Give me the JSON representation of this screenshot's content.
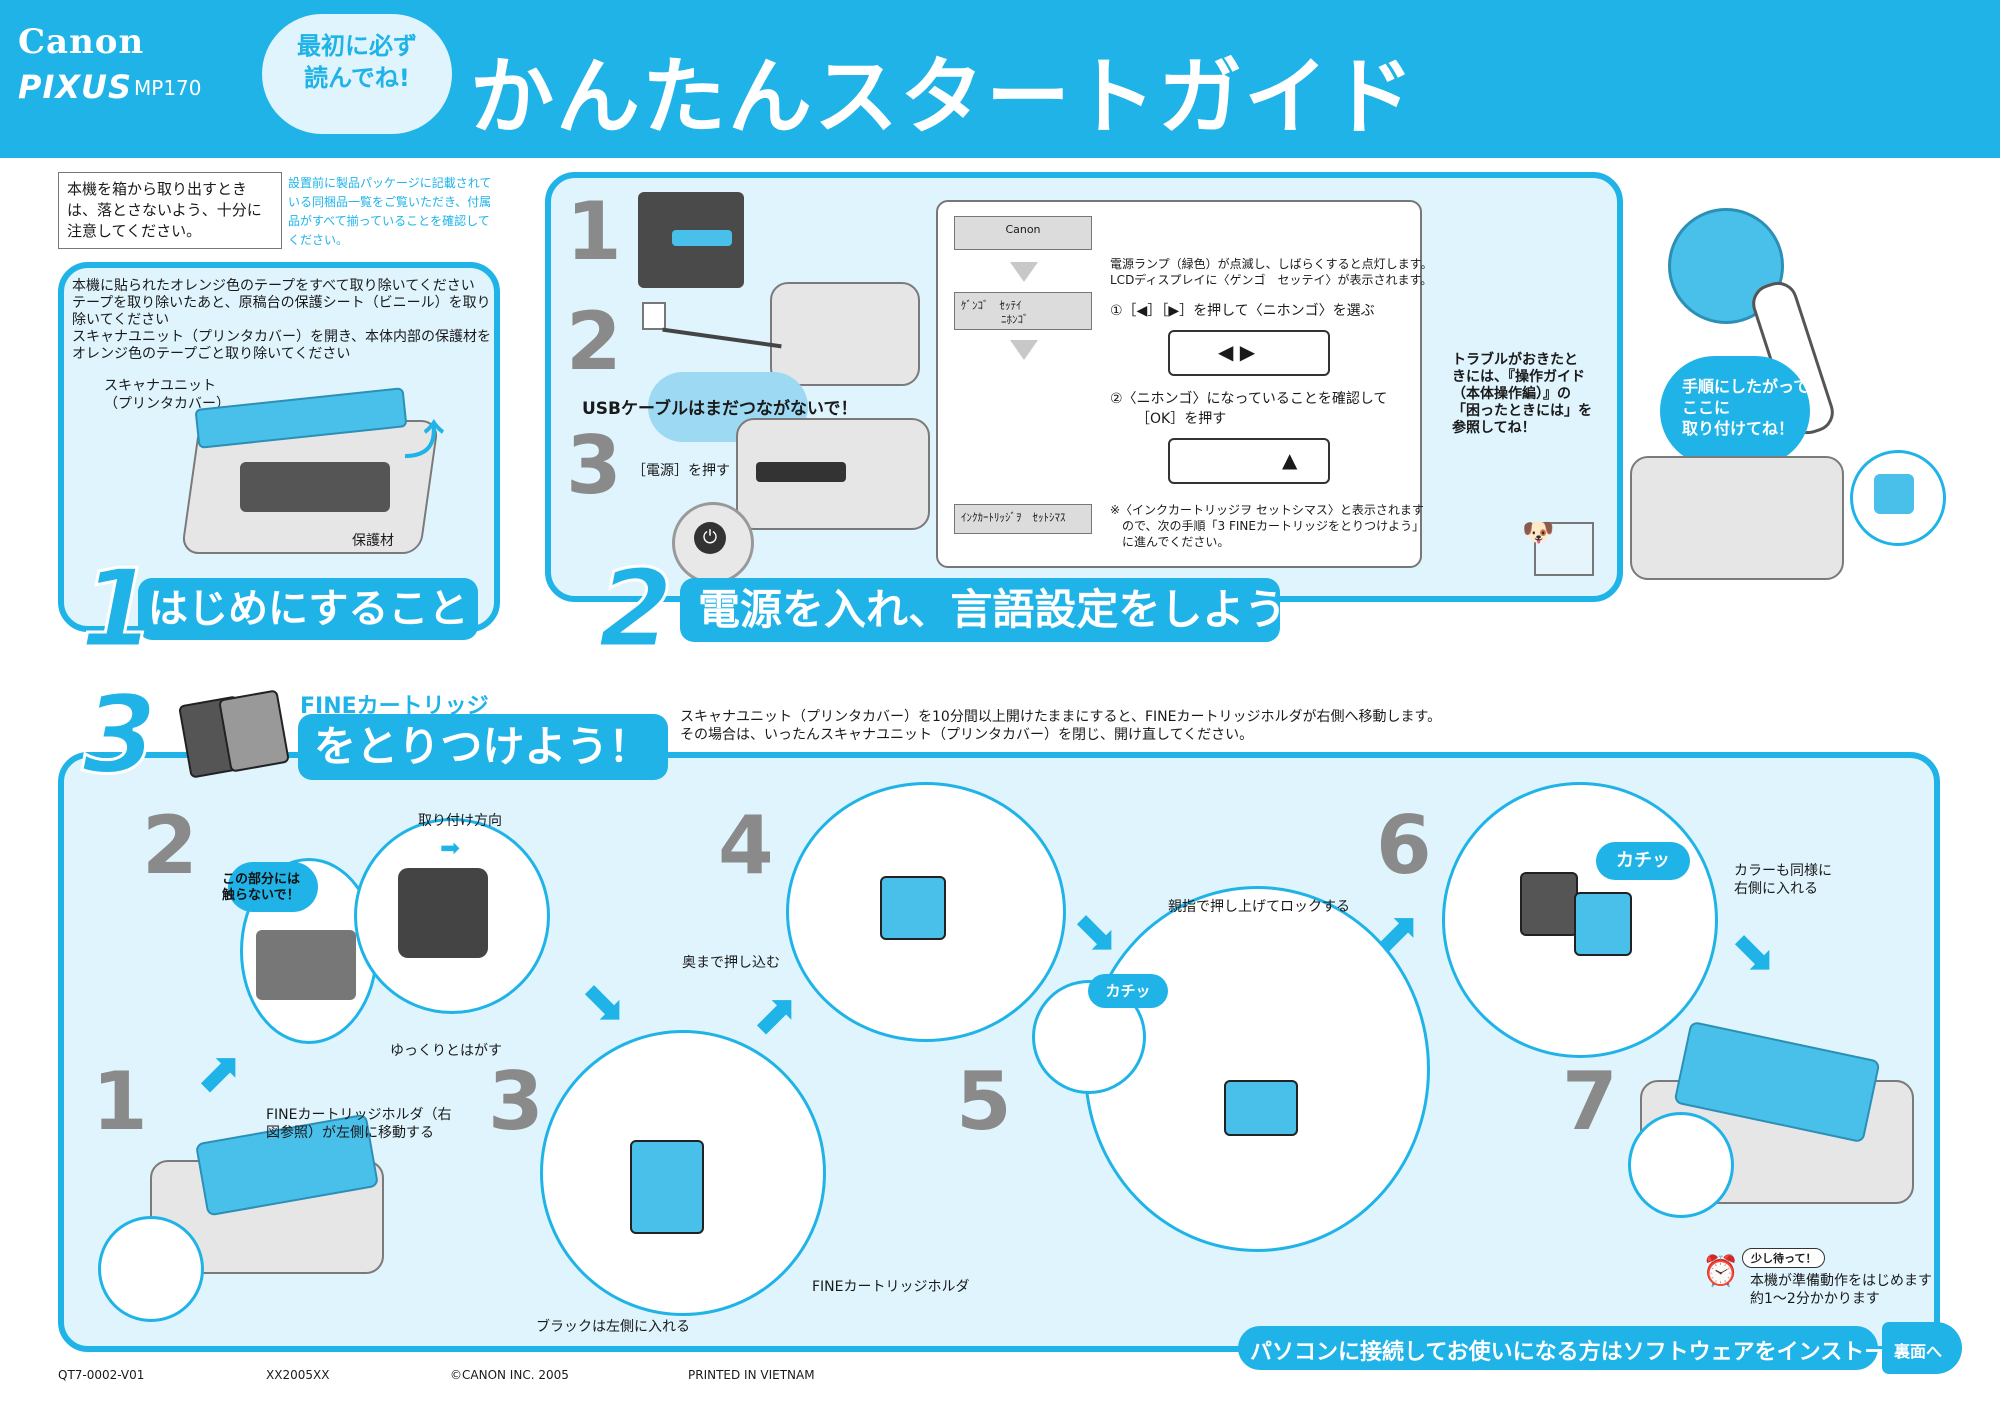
{
  "header": {
    "brand": "Canon",
    "product": "PIXUS",
    "model": "MP170",
    "cloud_line1": "最初に必ず",
    "cloud_line2": "読んでね!",
    "title": "かんたんスタートガイド"
  },
  "notes": {
    "drop_warning": "本機を箱から取り出すときは、落とさないよう、十分に注意してください。",
    "package_check": "設置前に製品パッケージに記載されている同梱品一覧をご覧いただき、付属品がすべて揃っていることを確認してください。"
  },
  "section1": {
    "number": "1",
    "title": "はじめにすること",
    "instructions": [
      "本機に貼られたオレンジ色のテープをすべて取り除いてください",
      "テープを取り除いたあと、原稿台の保護シート（ビニール）を取り除いてください",
      "スキャナユニット（プリンタカバー）を開き、本体内部の保護材をオレンジ色のテープごと取り除いてください"
    ],
    "label_scanner_1": "スキャナユニット",
    "label_scanner_2": "（プリンタカバー）",
    "label_protective": "保護材"
  },
  "section2": {
    "number": "2",
    "title": "電源を入れ、言語設定をしよう",
    "step1": "1",
    "step2": "2",
    "step3": "3",
    "usb_warning": "USBケーブルはまだつながないで！",
    "power_label": "［電源］を押す",
    "lcd1": "Canon",
    "lcd2_line1": "ｹﾞﾝｺﾞ　ｾｯﾃｲ",
    "lcd2_line2": "ﾆﾎﾝｺﾞ",
    "lcd3": "ｲﾝｸｶｰﾄﾘｯｼﾞｦ　ｾｯﾄｼﾏｽ",
    "lamp_text_1": "電源ランプ（緑色）が点滅し、しばらくすると点灯します。",
    "lamp_text_2": "LCDディスプレイに〈ゲンゴ　セッテイ〉が表示されます。",
    "instr1": "①［◀］［▶］を押して〈ニホンゴ〉を選ぶ",
    "instr2_1": "②〈ニホンゴ〉になっていることを確認して",
    "instr2_2": "［OK］を押す",
    "note_1": "※〈インクカートリッジヲ セットシマス〉と表示されます",
    "note_2": "ので、次の手順「3 FINEカートリッジをとりつけよう」",
    "note_3": "に進んでください。",
    "trouble_1": "トラブルがおきたと",
    "trouble_2": "きには、『操作ガイド",
    "trouble_3": "（本体操作編）』の",
    "trouble_4": "「困ったときには」を",
    "trouble_5": "参照してね！",
    "follow_1": "手順にしたがって、",
    "follow_2": "ここに",
    "follow_3": "取り付けてね！"
  },
  "section3": {
    "number": "3",
    "subtitle": "FINEカートリッジ",
    "title": "をとりつけよう！",
    "note_1": "スキャナユニット（プリンタカバー）を10分間以上開けたままにすると、FINEカートリッジホルダが右側へ移動します。",
    "note_2": "その場合は、いったんスキャナユニット（プリンタカバー）を閉じ、開け直してください。",
    "steps": [
      "1",
      "2",
      "3",
      "4",
      "5",
      "6",
      "7"
    ],
    "label_holder_moves_1": "FINEカートリッジホルダ（右",
    "label_holder_moves_2": "図参照）が左側に移動する",
    "label_dont_touch_1": "この部分には",
    "label_dont_touch_2": "触らないで！",
    "label_direction": "取り付け方向",
    "label_peel": "ゆっくりとはがす",
    "label_holder": "FINEカートリッジホルダ",
    "label_black_left": "ブラックは左側に入れる",
    "label_push_in": "奥まで押し込む",
    "label_thumb_lock": "親指で押し上げてロックする",
    "click": "カチッ",
    "label_color_1": "カラーも同様に",
    "label_color_2": "右側に入れる",
    "wait_bubble": "少し待って！",
    "wait_1": "本機が準備動作をはじめます",
    "wait_2": "約1〜2分かかります"
  },
  "footer": {
    "software_banner": "パソコンに接続してお使いになる方はソフトウェアをインストールしてください",
    "back_page": "裏面へ",
    "code": "QT7-0002-V01",
    "xx": "XX2005XX",
    "copyright": "©CANON INC. 2005",
    "printed": "PRINTED IN VIETNAM"
  },
  "colors": {
    "accent": "#1fb3e8",
    "panel_bg": "#dff4fc",
    "step_gray": "#8a8a8a"
  }
}
